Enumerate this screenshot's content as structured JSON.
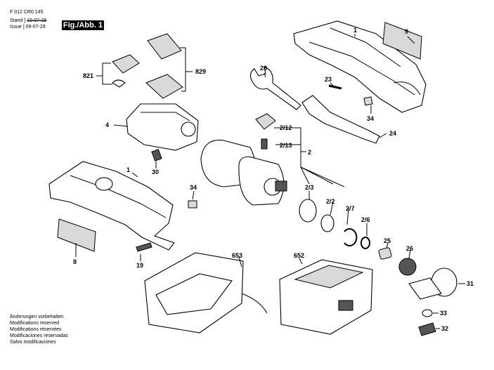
{
  "header": {
    "code": "F 012 CR0 145",
    "stand_label": "Stand",
    "stand_value": "15-07-29",
    "issue_label": "Issue",
    "issue_value": "09-07-29",
    "figure_badge": "Fig./Abb. 1"
  },
  "footer": {
    "lines": [
      "Änderungen vorbehalten",
      "Modifications reserved",
      "Modifications réservées",
      "Modificaciones reservadas",
      "Salvo modificaciones"
    ]
  },
  "labels": {
    "p1_top": "1",
    "p9": "9",
    "p28": "28",
    "p23": "23",
    "p34_top": "34",
    "p24": "24",
    "p821": "821",
    "p829": "829",
    "p4": "4",
    "p30": "30",
    "p2_12": "2/12",
    "p2_13": "2/13",
    "p2": "2",
    "p1_left": "1",
    "p34_left": "34",
    "p8": "8",
    "p19": "19",
    "p2_3": "2/3",
    "p2_2": "2/2",
    "p2_7": "2/7",
    "p2_6": "2/6",
    "p25": "25",
    "p26": "26",
    "p31": "31",
    "p33": "33",
    "p32": "32",
    "p653": "653",
    "p652": "652"
  }
}
